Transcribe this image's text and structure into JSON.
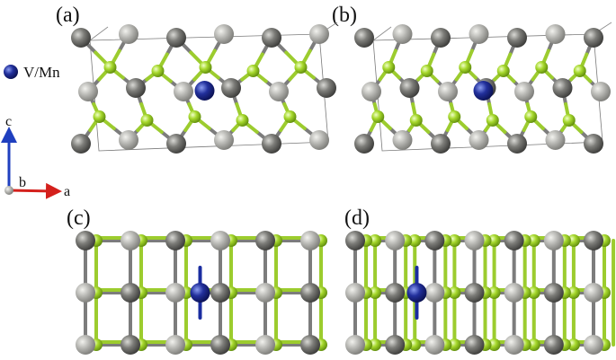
{
  "panels": {
    "a": {
      "label": "(a)"
    },
    "b": {
      "label": "(b)"
    },
    "c": {
      "label": "(c)"
    },
    "d": {
      "label": "(d)"
    }
  },
  "legend": {
    "dopant_label": "V/Mn",
    "dopant_color": "#1a2ca0"
  },
  "axes": {
    "c_label": "c",
    "b_label": "b",
    "a_label": "a",
    "c_color": "#1f3fbf",
    "a_color": "#d4201c",
    "b_color": "#b8b8b8"
  },
  "atom_colors": {
    "dark_gray": "#6a6a66",
    "light_gray": "#b0b0ac",
    "green": "#9fd12a",
    "blue": "#1a2ca0"
  }
}
